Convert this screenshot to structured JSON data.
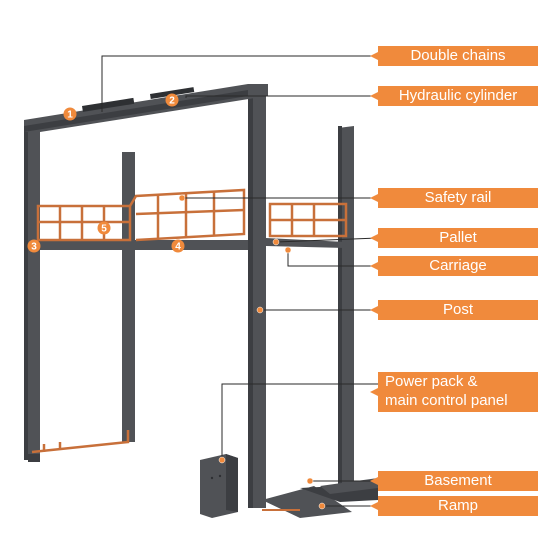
{
  "callouts": [
    {
      "id": "double-chains",
      "label": "Double chains"
    },
    {
      "id": "hydraulic-cylinder",
      "label": "Hydraulic cylinder"
    },
    {
      "id": "safety-rail",
      "label": "Safety rail"
    },
    {
      "id": "pallet",
      "label": "Pallet"
    },
    {
      "id": "carriage",
      "label": "Carriage"
    },
    {
      "id": "post",
      "label": "Post"
    },
    {
      "id": "power-pack",
      "label_line1": "Power pack &",
      "label_line2": "main control panel"
    },
    {
      "id": "basement",
      "label": "Basement"
    },
    {
      "id": "ramp",
      "label": "Ramp"
    }
  ],
  "markers": [
    "1",
    "2",
    "3",
    "4",
    "5"
  ],
  "colors": {
    "frame": "#505256",
    "frame_dark": "#3c3e42",
    "accent": "#f08a3c",
    "rail": "#c8703a"
  }
}
